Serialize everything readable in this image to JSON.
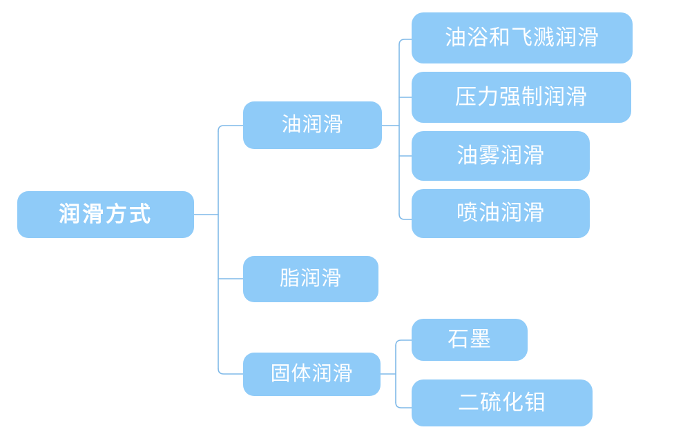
{
  "diagram": {
    "type": "mind-map",
    "title": "润滑方式",
    "orientation": "left-to-right",
    "background_color": "#ffffff",
    "node_color": "#8fcbf8",
    "connector_color": "#7fb9e8",
    "text_color": "#ffffff",
    "root": {
      "label": "润滑方式",
      "level": 1
    },
    "branches": [
      {
        "label": "油润滑",
        "level": 2,
        "children": [
          {
            "label": "油浴和飞溅润滑",
            "level": 3
          },
          {
            "label": "压力强制润滑",
            "level": 3
          },
          {
            "label": "油雾润滑",
            "level": 3
          },
          {
            "label": "喷油润滑",
            "level": 3
          }
        ]
      },
      {
        "label": "脂润滑",
        "level": 2,
        "children": []
      },
      {
        "label": "固体润滑",
        "level": 2,
        "children": [
          {
            "label": "石墨",
            "level": 3
          },
          {
            "label": "二硫化钼",
            "level": 3
          }
        ]
      }
    ]
  }
}
